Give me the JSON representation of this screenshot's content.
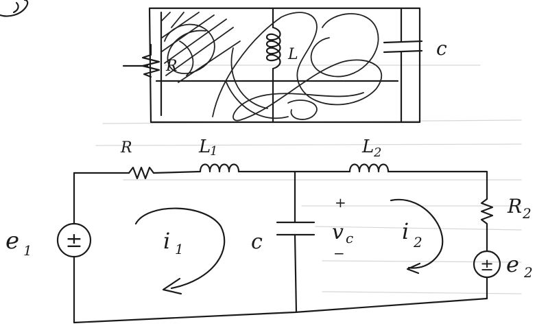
{
  "sketch": {
    "labels": {
      "resistor": "R",
      "inductor": "L",
      "capacitor": "c"
    }
  },
  "circuit": {
    "components": {
      "r1": "R",
      "l1": {
        "main": "L",
        "sub": "1"
      },
      "l2": {
        "main": "L",
        "sub": "2"
      },
      "r2": {
        "main": "R",
        "sub": "2"
      },
      "c": "c"
    },
    "sources": {
      "e1": {
        "main": "e",
        "sub": "1",
        "symbol": "±"
      },
      "e2": {
        "main": "e",
        "sub": "2",
        "symbol": "±"
      }
    },
    "currents": {
      "i1": {
        "main": "i",
        "sub": "1"
      },
      "i2": {
        "main": "i",
        "sub": "2"
      }
    },
    "voltage": {
      "main": "v",
      "sub": "c",
      "plus": "+",
      "minus": "−"
    }
  }
}
